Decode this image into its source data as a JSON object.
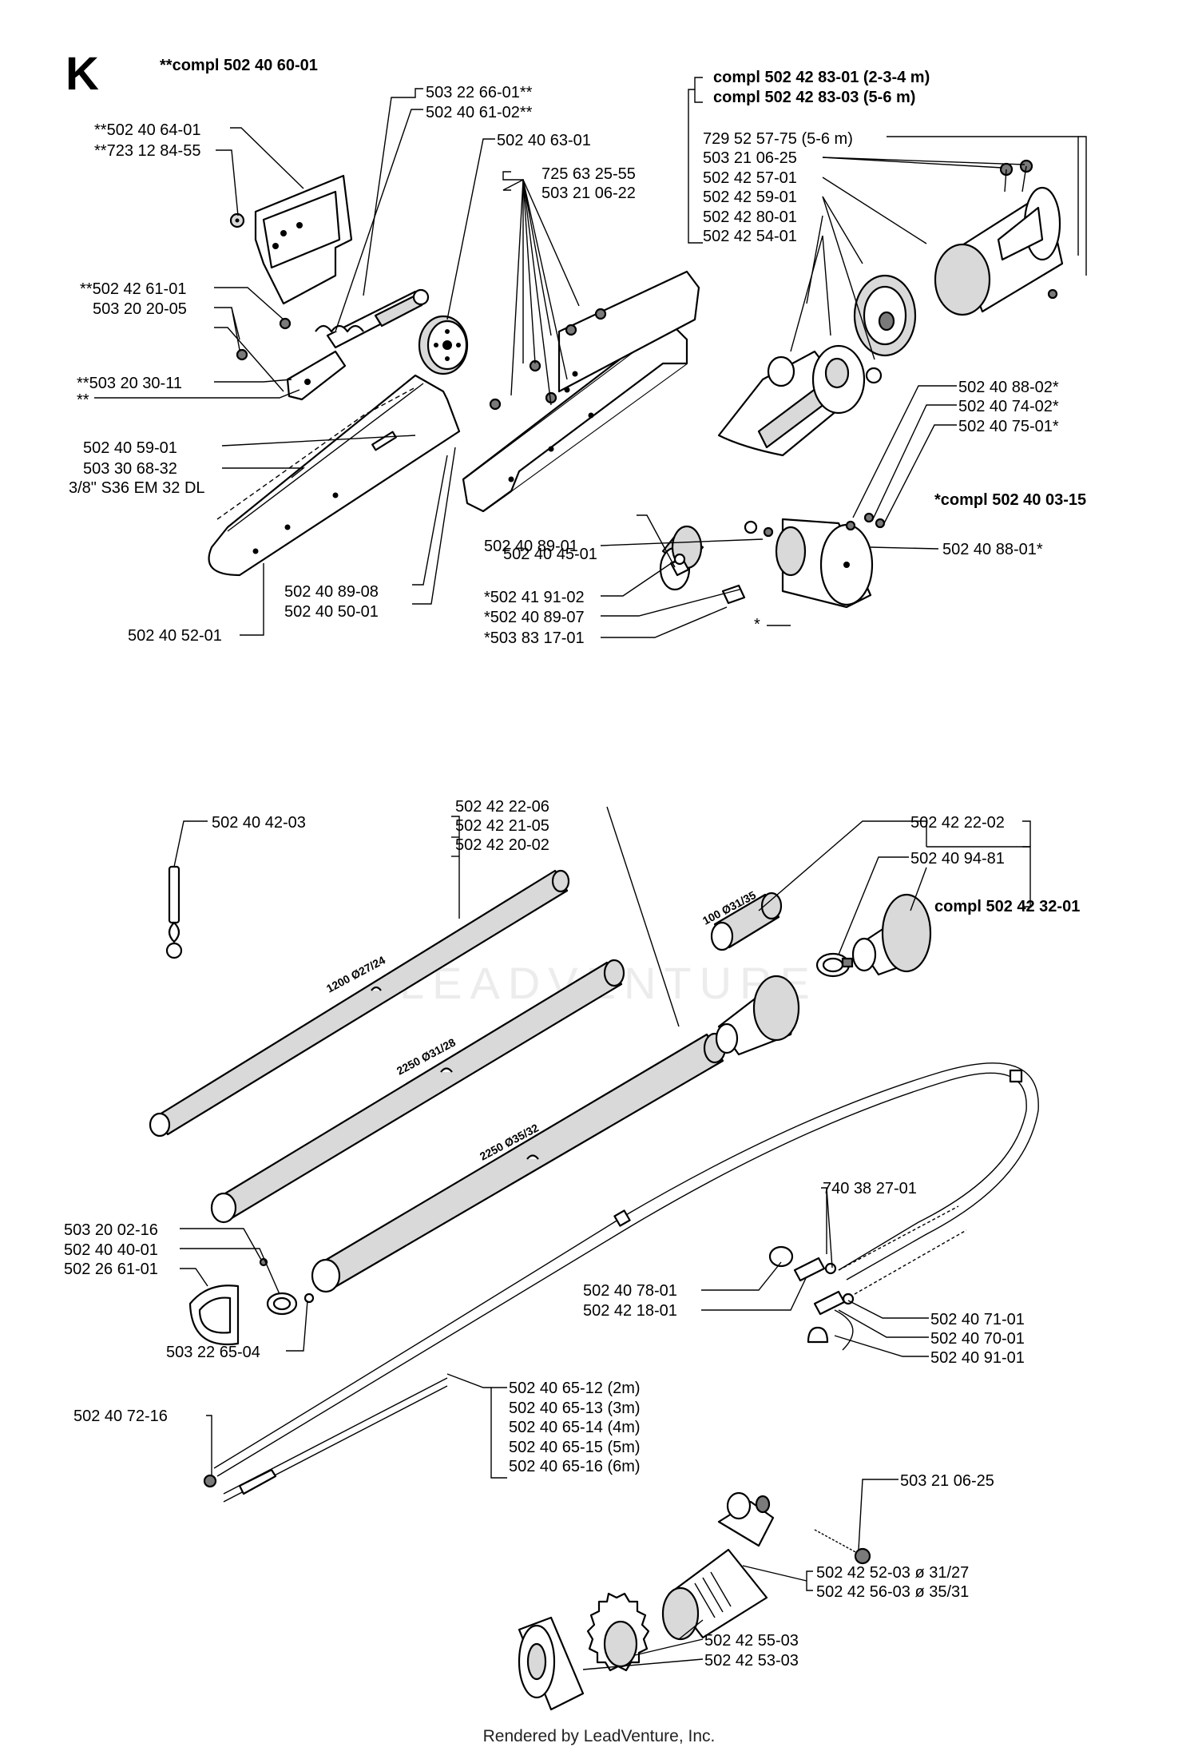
{
  "section_letter": "K",
  "watermark": "LEADVENTURE",
  "footer": "Rendered by LeadVenture, Inc.",
  "assembly_labels": {
    "saw_head": "**compl 502 40 60-01",
    "coupling_23": "compl 502 42 83-01 (2-3-4 m)",
    "coupling_56": "compl 502 42 83-03 (5-6 m)",
    "gear_housing": "*compl 502 40 03-15",
    "handle_set": "compl 502 42 32-01"
  },
  "labels": {
    "p_503226601": "503 22 66-01**",
    "p_502406102": "502 40 61-02**",
    "p_502406401": "**502 40 64-01",
    "p_723128455": "**723 12 84-55",
    "p_502406301": "502 40 63-01",
    "p_725632555": "725 63 25-55",
    "p_503210622": "503 21 06-22",
    "p_502426101": "**502 42 61-01",
    "p_503202005": "503 20 20-05",
    "p_503203011": "**503 20 30-11",
    "p_starstar": "**",
    "p_502405901": "502 40 59-01",
    "p_503306832": "503 30 68-32",
    "p_chain": "3/8\" S36 EM 32 DL",
    "p_502404501": "502 40 45-01",
    "p_502408901": "502 40 89-01",
    "p_502408908": "502 40 89-08",
    "p_502405001": "502 40 50-01",
    "p_502405201": "502 40 52-01",
    "p_502419102": "*502 41 91-02",
    "p_502408907": "*502 40 89-07",
    "p_503831701": "*503 83 17-01",
    "p_star": "*",
    "p_729525775": "729 52 57-75 (5-6 m)",
    "p_503210625a": "503 21 06-25",
    "p_502425701": "502 42 57-01",
    "p_502425901": "502 42 59-01",
    "p_502428001": "502 42 80-01",
    "p_502425401": "502 42 54-01",
    "p_502408802": "502 40 88-02*",
    "p_502407402": "502 40 74-02*",
    "p_502407501": "502 40 75-01*",
    "p_502408801": "502 40 88-01*",
    "p_502404203": "502 40 42-03",
    "p_502422206": "502 42 22-06",
    "p_502422105": "502 42 21-05",
    "p_502422002": "502 42 20-02",
    "p_502422202": "502 42 22-02",
    "p_502409481": "502 40 94-81",
    "p_740382701": "740 38 27-01",
    "p_503200216": "503 20 02-16",
    "p_502404001": "502 40 40-01",
    "p_502266101": "502 26 61-01",
    "p_503226504": "503 22 65-04",
    "p_502407801": "502 40 78-01",
    "p_502421801": "502 42 18-01",
    "p_502407101": "502 40 71-01",
    "p_502407001": "502 40 70-01",
    "p_502409101": "502 40 91-01",
    "p_502407216": "502 40 72-16",
    "p_502406512": "502 40 65-12 (2m)",
    "p_502406513": "502 40 65-13 (3m)",
    "p_502406514": "502 40 65-14 (4m)",
    "p_502406515": "502 40 65-15 (5m)",
    "p_502406516": "502 40 65-16 (6m)",
    "p_503210625b": "503 21 06-25",
    "p_502425203": "502 42 52-03 ø 31/27",
    "p_502425603": "502 42 56-03 ø 35/31",
    "p_502425503": "502 42 55-03",
    "p_502425303": "502 42 53-03"
  },
  "dimensions": {
    "tube_1200": "1200 Ø27/24",
    "tube_2250a": "2250 Ø31/28",
    "tube_2250b": "2250 Ø35/32",
    "sleeve_100": "100 Ø31/35"
  }
}
